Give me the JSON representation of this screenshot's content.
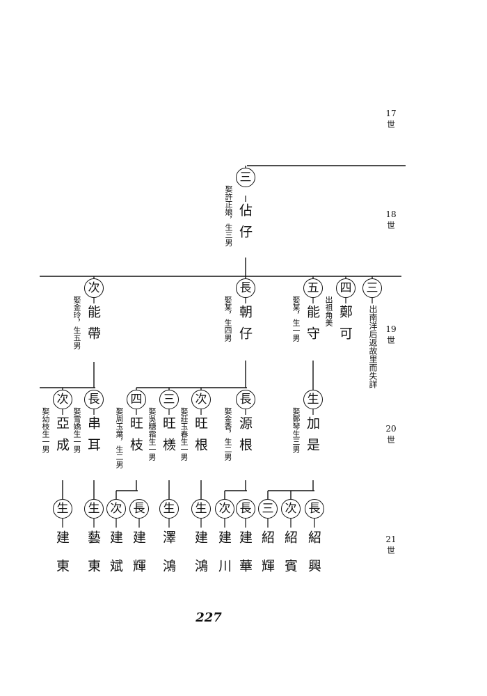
{
  "generations": [
    {
      "num": "17",
      "label": "世"
    },
    {
      "num": "18",
      "label": "世"
    },
    {
      "num": "19",
      "label": "世"
    },
    {
      "num": "20",
      "label": "世"
    },
    {
      "num": "21",
      "label": "世"
    }
  ],
  "nodes": {
    "zhanzai": {
      "rank": "三",
      "name": "佔仔",
      "note": "娶許正娘，生三男"
    },
    "nengdai": {
      "rank": "次",
      "name": "能帶",
      "note": "娶金玲，生五男"
    },
    "chaozai": {
      "rank": "長",
      "name": "朝仔",
      "note": "娶某，生四男"
    },
    "nengshou": {
      "rank": "五",
      "name": "能守",
      "note": "娶某，生一男"
    },
    "zhengke": {
      "rank": "四",
      "name": "鄭可",
      "note": "出祖角美"
    },
    "san_nanyang": {
      "rank": "三",
      "name": "",
      "note": "出南洋后返故里而失詳"
    },
    "yacheng": {
      "rank": "次",
      "name": "亞成",
      "note": "娶幼枝生一男"
    },
    "chuaner": {
      "rank": "長",
      "name": "串耳",
      "note": "娶雪嬌生一男"
    },
    "wangzhi": {
      "rank": "四",
      "name": "旺枝",
      "note": "娶周玉葉，生二男"
    },
    "wangxi": {
      "rank": "三",
      "name": "旺檨",
      "note": "娶吳糖霜生一男"
    },
    "wanggen": {
      "rank": "次",
      "name": "旺根",
      "note": "娶莊玉春生一男"
    },
    "yuangen": {
      "rank": "長",
      "name": "源根",
      "note": "娶金香，生二男"
    },
    "jiashi": {
      "rank": "生",
      "name": "加是",
      "note": "娶鄭琴生三男"
    },
    "jiandong": {
      "rank": "生",
      "name": "建東",
      "note": ""
    },
    "yidong": {
      "rank": "生",
      "name": "藝東",
      "note": ""
    },
    "jianbin": {
      "rank": "次",
      "name": "建斌",
      "note": ""
    },
    "jianhui": {
      "rank": "長",
      "name": "建輝",
      "note": ""
    },
    "zehong": {
      "rank": "生",
      "name": "澤鴻",
      "note": ""
    },
    "jianhong": {
      "rank": "生",
      "name": "建鴻",
      "note": ""
    },
    "jianchuan": {
      "rank": "次",
      "name": "建川",
      "note": ""
    },
    "jianhua": {
      "rank": "長",
      "name": "建華",
      "note": ""
    },
    "shaohui": {
      "rank": "三",
      "name": "紹輝",
      "note": ""
    },
    "shaobin": {
      "rank": "次",
      "name": "紹賓",
      "note": ""
    },
    "shaoxing": {
      "rank": "長",
      "name": "紹興",
      "note": ""
    }
  },
  "page_number": "227"
}
